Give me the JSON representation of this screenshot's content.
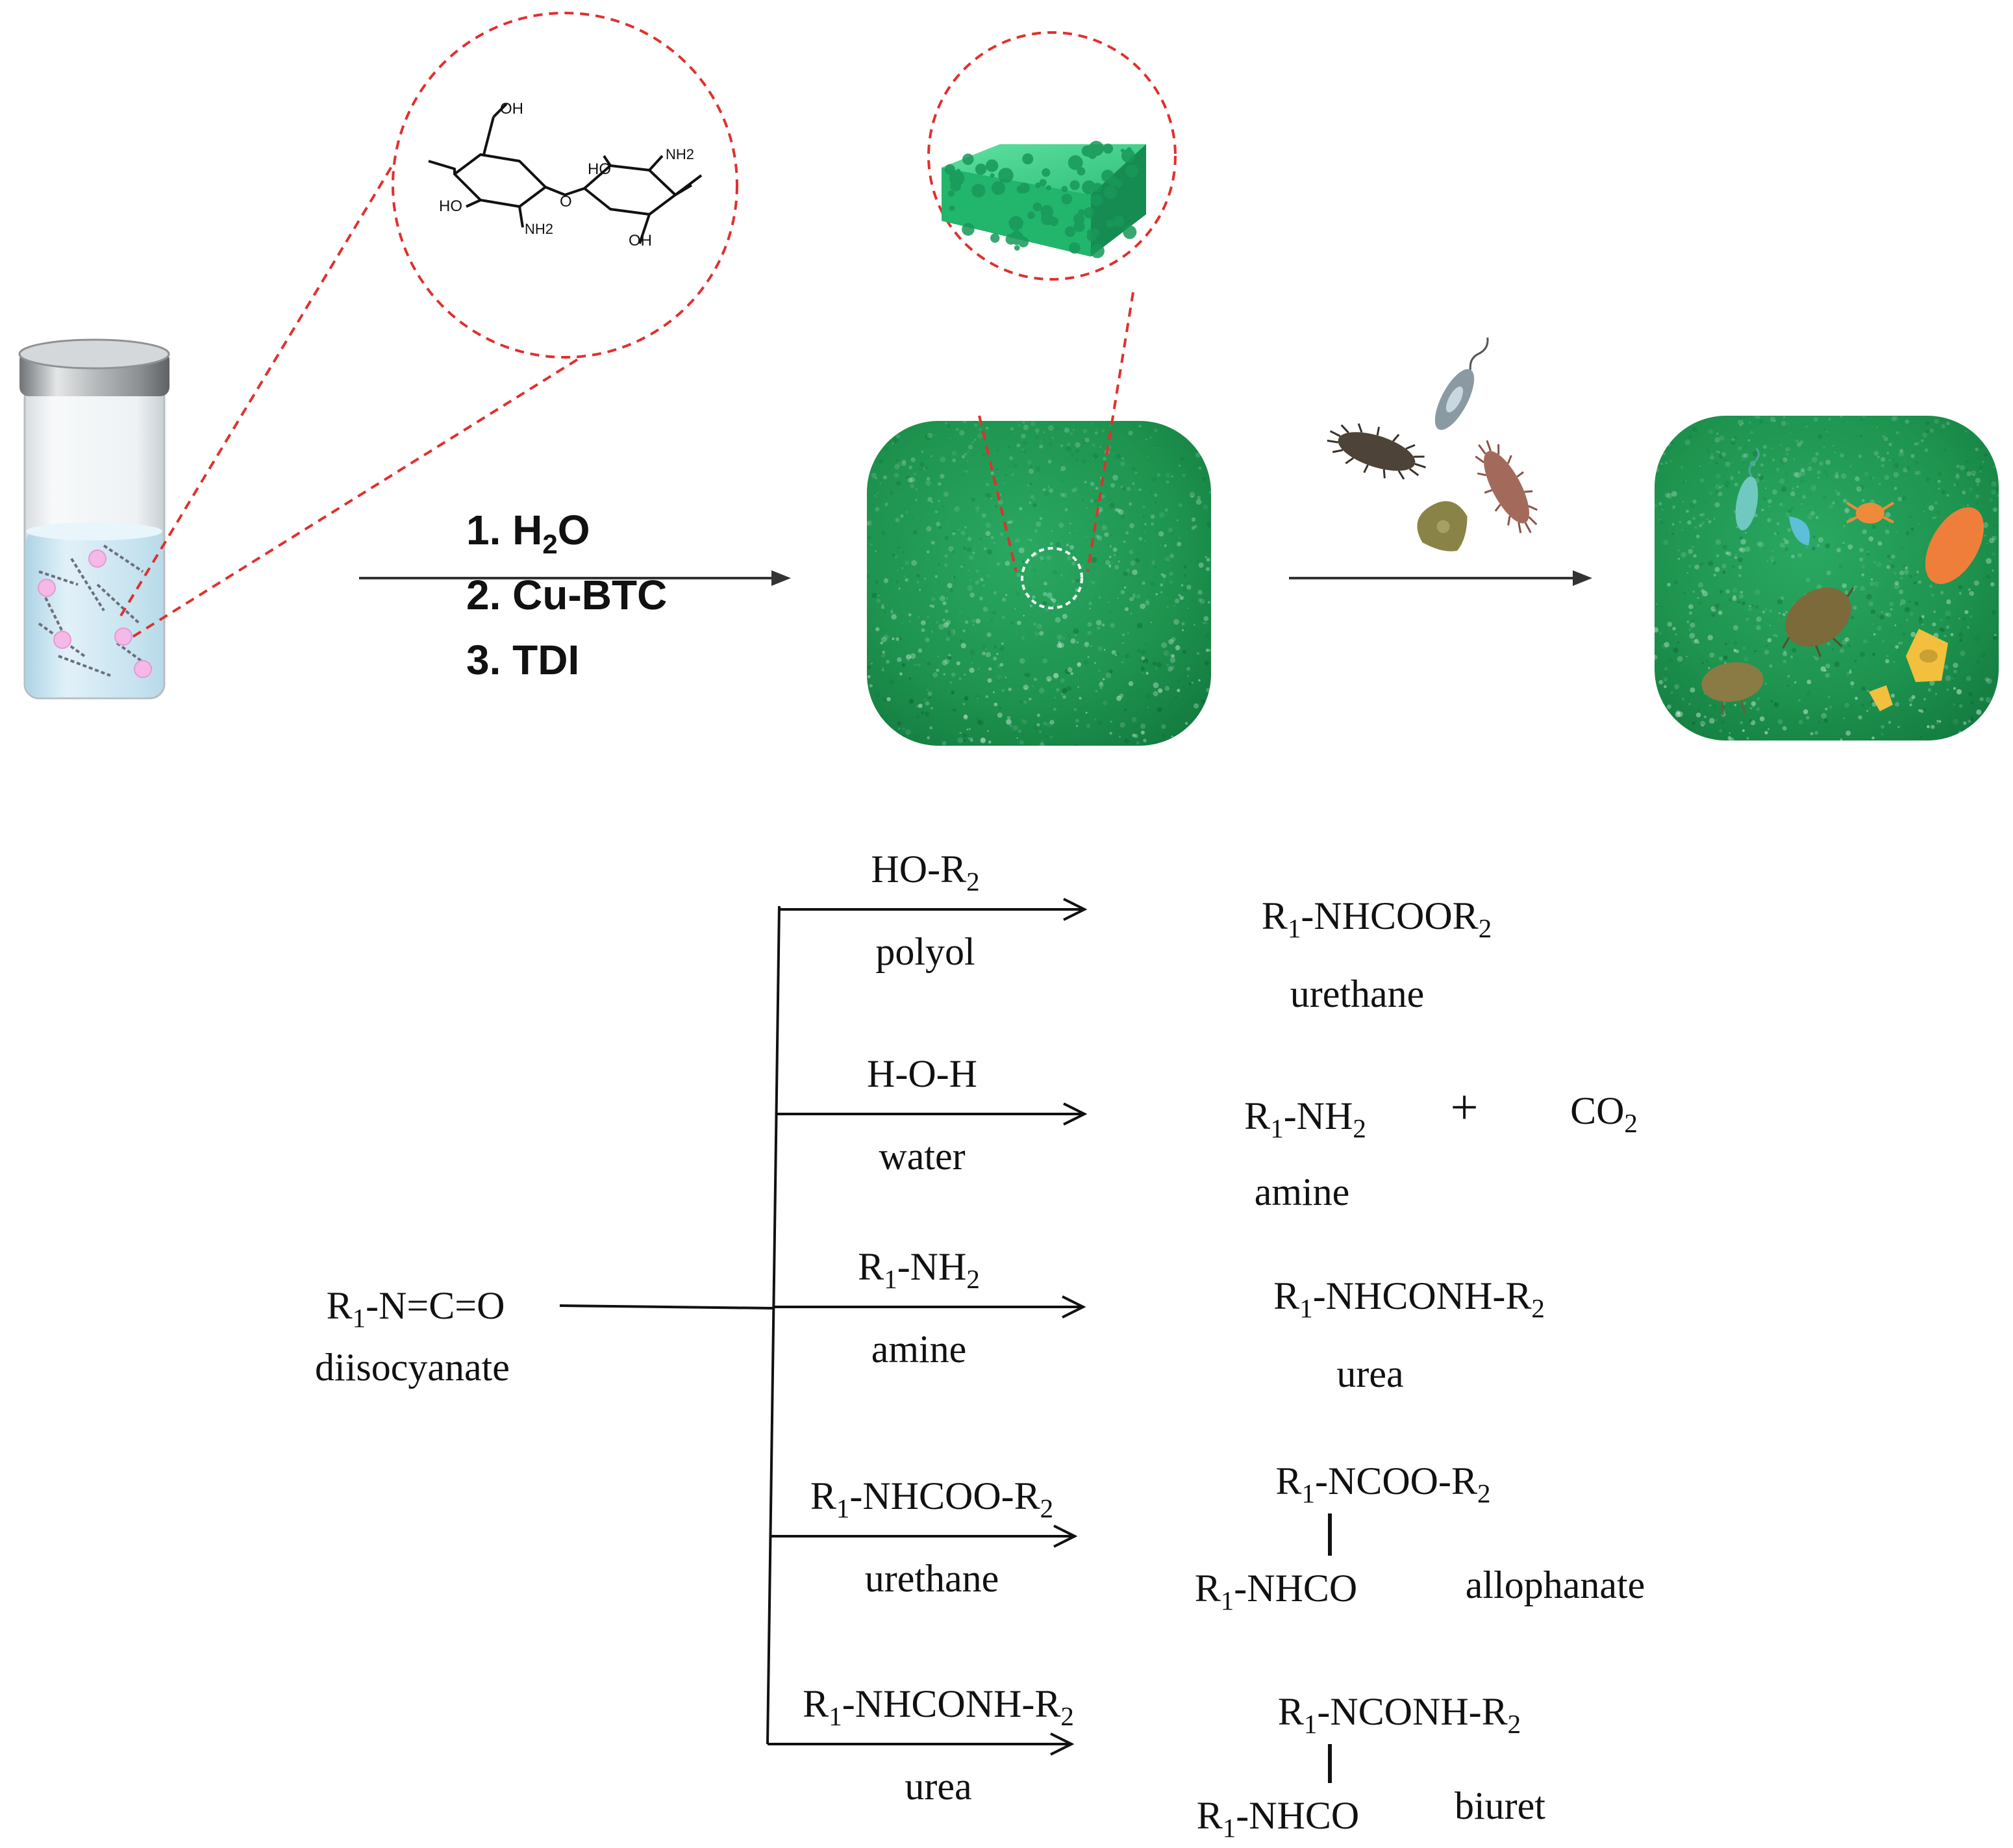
{
  "colors": {
    "foam_green": "#1f9a55",
    "foam_dark": "#137a3f",
    "zoom_dash": "#e0302e",
    "arrow": "#333333",
    "vial_cap": "#a9acae",
    "vial_liquid": "#cfe7f2"
  },
  "icons": [
    "vial-icon",
    "chitosan-structure-icon",
    "foam-block-icon",
    "bacteria-icon"
  ],
  "top": {
    "chitosan": {
      "oh_top": "OH",
      "ho_left": "HO",
      "nh2_bottom": "NH2",
      "o_bridge": "O",
      "ho_mid": "HO",
      "nh2_top": "NH2",
      "oh_bottom": "OH"
    },
    "steps": [
      {
        "n": "1.",
        "main": "H",
        "sub": "2",
        "tail": "O"
      },
      {
        "n": "2.",
        "main": "Cu-BTC",
        "sub": "",
        "tail": ""
      },
      {
        "n": "3.",
        "main": "TDI",
        "sub": "",
        "tail": ""
      }
    ]
  },
  "scheme": {
    "reactant": {
      "main": "R",
      "sub": "1",
      "tail": "-N=C=O",
      "name": "diisocyanate"
    },
    "branches": [
      {
        "reagent": [
          [
            "HO-R",
            ""
          ],
          [
            "2",
            "sub"
          ]
        ],
        "reagent_name": "polyol",
        "product": [
          [
            "R",
            ""
          ],
          [
            "1",
            "sub"
          ],
          [
            "-NHCOOR",
            ""
          ],
          [
            "2",
            "sub"
          ]
        ],
        "product_name": "urethane"
      },
      {
        "reagent": [
          [
            "H-O-H",
            ""
          ]
        ],
        "reagent_name": "water",
        "product": [
          [
            "R",
            ""
          ],
          [
            "1",
            "sub"
          ],
          [
            "-NH",
            ""
          ],
          [
            "2",
            "sub"
          ]
        ],
        "plus": "+",
        "coproduct": [
          [
            "CO",
            ""
          ],
          [
            "2",
            "sub"
          ]
        ],
        "product_name": "amine"
      },
      {
        "reagent": [
          [
            "R",
            ""
          ],
          [
            "1",
            "sub"
          ],
          [
            "-NH",
            ""
          ],
          [
            "2",
            "sub"
          ]
        ],
        "reagent_name": "amine",
        "product": [
          [
            "R",
            ""
          ],
          [
            "1",
            "sub"
          ],
          [
            "-NHCONH-R",
            ""
          ],
          [
            "2",
            "sub"
          ]
        ],
        "product_name": "urea"
      },
      {
        "reagent": [
          [
            "R",
            ""
          ],
          [
            "1",
            "sub"
          ],
          [
            "-NHCOO-R",
            ""
          ],
          [
            "2",
            "sub"
          ]
        ],
        "reagent_name": "urethane",
        "product_top": [
          [
            "R",
            ""
          ],
          [
            "1",
            "sub"
          ],
          [
            "-NCOO-R",
            ""
          ],
          [
            "2",
            "sub"
          ]
        ],
        "product_bottom": [
          [
            "R",
            ""
          ],
          [
            "1",
            "sub"
          ],
          [
            "-NHCO",
            ""
          ]
        ],
        "product_name": "allophanate"
      },
      {
        "reagent": [
          [
            "R",
            ""
          ],
          [
            "1",
            "sub"
          ],
          [
            "-NHCONH-R",
            ""
          ],
          [
            "2",
            "sub"
          ]
        ],
        "reagent_name": "urea",
        "product_top": [
          [
            "R",
            ""
          ],
          [
            "1",
            "sub"
          ],
          [
            "-NCONH-R",
            ""
          ],
          [
            "2",
            "sub"
          ]
        ],
        "product_bottom": [
          [
            "R",
            ""
          ],
          [
            "1",
            "sub"
          ],
          [
            "-NHCO",
            ""
          ]
        ],
        "product_name": "biuret"
      }
    ]
  }
}
